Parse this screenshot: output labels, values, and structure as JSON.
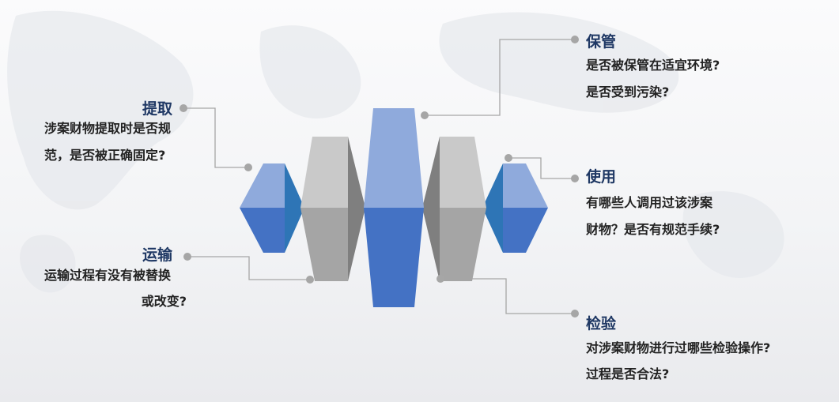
{
  "palette": {
    "blue_front": "#4472c4",
    "blue_top": "#8faadc",
    "blue_side": "#2e75b6",
    "gray_front": "#a5a5a5",
    "gray_top": "#c9c9c9",
    "gray_side": "#7f7f7f",
    "connector": "#a6a6a6",
    "title": "#1f3864",
    "text": "#222222"
  },
  "items": [
    {
      "title": "提取",
      "lines": [
        "涉案财物提取时是否规",
        "范，是否被正确固定?"
      ]
    },
    {
      "title": "运输",
      "lines": [
        "运输过程有没有被替换",
        "或改变?"
      ]
    },
    {
      "title": "保管",
      "lines": [
        "是否被保管在适宜环境?",
        "是否受到污染?"
      ]
    },
    {
      "title": "使用",
      "lines": [
        "有哪些人调用过该涉案",
        "财物？是否有规范手续?"
      ]
    },
    {
      "title": "检验",
      "lines": [
        "对涉案财物进行过哪些检验操作?",
        "过程是否合法?"
      ]
    }
  ]
}
